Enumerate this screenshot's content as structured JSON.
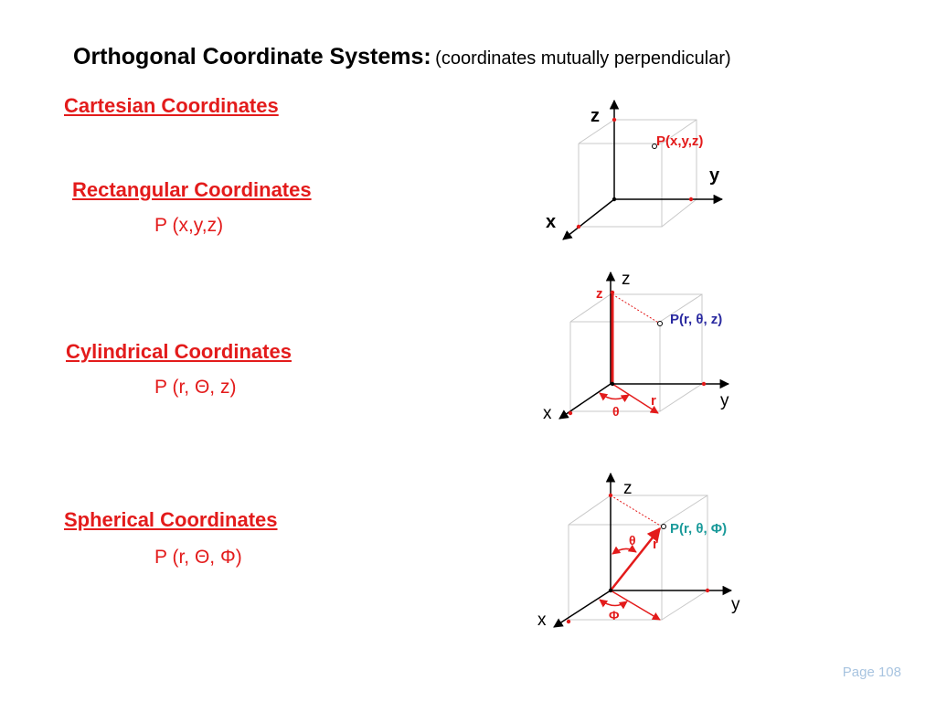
{
  "slide": {
    "title_main": "Orthogonal Coordinate Systems:",
    "title_sub": "(coordinates mutually perpendicular)",
    "page_number": "Page 108"
  },
  "sections": {
    "cartesian": {
      "heading": "Cartesian Coordinates"
    },
    "rectangular": {
      "heading": "Rectangular Coordinates",
      "notation": "P (x,y,z)"
    },
    "cylindrical": {
      "heading": "Cylindrical Coordinates",
      "notation": "P (r, Θ, z)"
    },
    "spherical": {
      "heading": "Spherical Coordinates",
      "notation": "P (r, Θ, Φ)"
    }
  },
  "diagrams": {
    "cartesian": {
      "axis_z": "z",
      "axis_y": "y",
      "axis_x": "x",
      "point": "P(x,y,z)"
    },
    "cylindrical": {
      "axis_z": "z",
      "axis_y": "y",
      "axis_x": "x",
      "z_label": "z",
      "r_label": "r",
      "theta_label": "θ",
      "point": "P(r, θ, z)"
    },
    "spherical": {
      "axis_z": "z",
      "axis_y": "y",
      "axis_x": "x",
      "theta_label": "θ",
      "r_label": "r",
      "phi_label": "Φ",
      "point": "P(r, θ, Φ)"
    }
  },
  "colors": {
    "heading_red": "#e31b1b",
    "point_blue": "#2a2aa0",
    "point_teal": "#1a9a9a",
    "page_number": "#a8c4e0",
    "axis": "#000000",
    "box": "#c8c8c8"
  }
}
